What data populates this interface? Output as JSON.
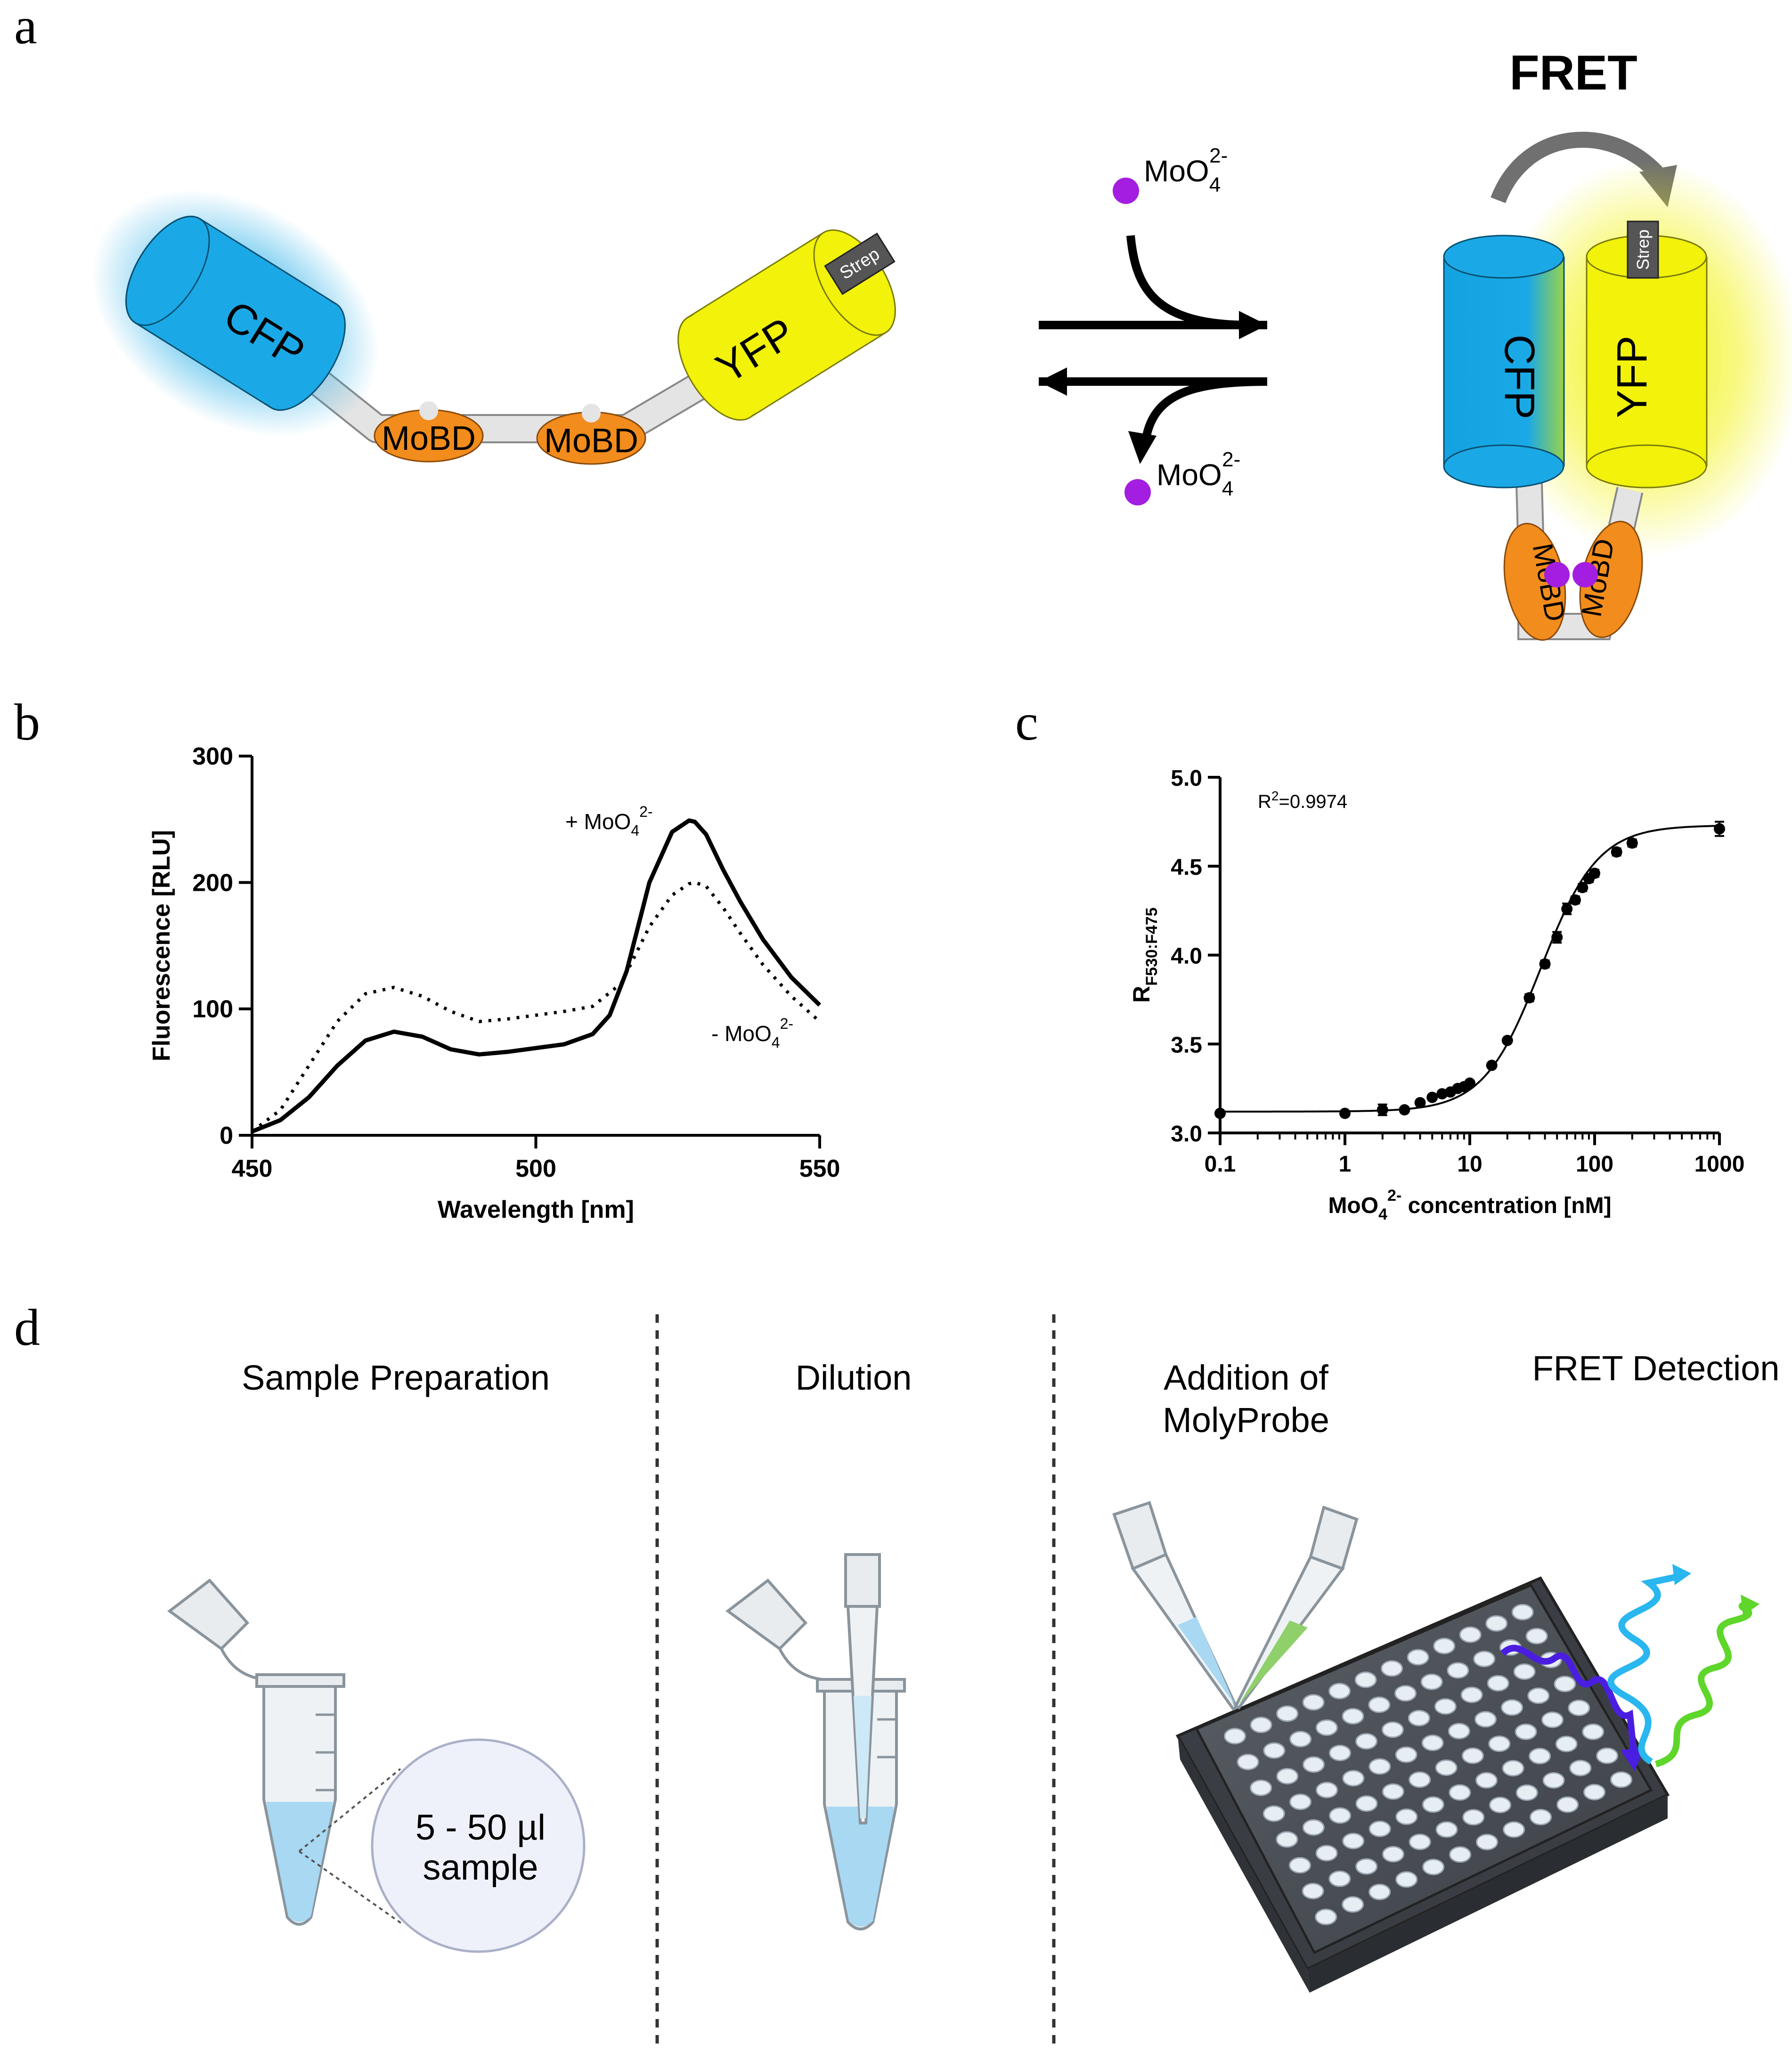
{
  "panels": {
    "a": {
      "letter": "a",
      "cfp_label": "CFP",
      "yfp_label": "YFP",
      "strep_label": "Strep",
      "mobd_label": "MoBD",
      "molybdate": {
        "base": "MoO",
        "sub": "4",
        "sup": "2-"
      },
      "fret_label": "FRET"
    },
    "b": {
      "letter": "b"
    },
    "c": {
      "letter": "c"
    },
    "d": {
      "letter": "d",
      "step1_title": "Sample Preparation",
      "step2_title": "Dilution",
      "step3_title_line1": "Addition of",
      "step3_title_line2": "MolyProbe",
      "step4_title": "FRET Detection",
      "sample_line1": "5 - 50 µl",
      "sample_line2": "sample"
    }
  },
  "colors": {
    "cfp": "#1aa9e6",
    "yfp": "#f2f20a",
    "mobd": "#f28c1c",
    "molybdate_dot": "#a31ee0",
    "arrow_gray": "#707070",
    "liquid_blue": "#a9d8f2",
    "wave_violet": "#4a1ee0",
    "wave_cyan": "#2ab6ee",
    "wave_green": "#5ed62a"
  },
  "chart_data": [
    {
      "type": "line",
      "panel": "b",
      "xlabel": "Wavelength [nm]",
      "ylabel": "Fluorescence [RLU]",
      "xlim": [
        450,
        550
      ],
      "ylim": [
        0,
        300
      ],
      "xticks": [
        450,
        500,
        550
      ],
      "yticks": [
        0,
        100,
        200,
        300
      ],
      "series": [
        {
          "name": "+ MoO42-",
          "label": {
            "prefix": "+ MoO",
            "sub": "4",
            "sup": "2-"
          },
          "style": "solid",
          "x": [
            450,
            455,
            460,
            465,
            470,
            475,
            480,
            485,
            490,
            495,
            500,
            505,
            510,
            513,
            516,
            520,
            524,
            527,
            528,
            530,
            533,
            536,
            540,
            545,
            550
          ],
          "y": [
            3,
            12,
            30,
            55,
            75,
            82,
            78,
            68,
            64,
            66,
            69,
            72,
            80,
            95,
            130,
            200,
            240,
            249,
            248,
            238,
            210,
            185,
            155,
            125,
            103
          ]
        },
        {
          "name": "- MoO42-",
          "label": {
            "prefix": "- MoO",
            "sub": "4",
            "sup": "2-"
          },
          "style": "dotted",
          "x": [
            450,
            455,
            460,
            465,
            470,
            475,
            480,
            485,
            490,
            495,
            500,
            505,
            510,
            515,
            520,
            524,
            527,
            528,
            530,
            533,
            536,
            540,
            545,
            550
          ],
          "y": [
            3,
            20,
            55,
            90,
            112,
            117,
            110,
            98,
            90,
            92,
            95,
            98,
            102,
            120,
            165,
            190,
            199,
            200,
            197,
            180,
            160,
            135,
            110,
            90
          ]
        }
      ]
    },
    {
      "type": "scatter",
      "panel": "c",
      "xlabel": {
        "prefix": "MoO",
        "sub": "4",
        "sup": "2-",
        "suffix": " concentration [nM]"
      },
      "ylabel": {
        "base": "R",
        "sub": "F530:F475"
      },
      "xscale": "log",
      "xlim": [
        0.1,
        1000
      ],
      "ylim": [
        3.0,
        5.0
      ],
      "xticks": [
        0.1,
        1,
        10,
        100,
        1000
      ],
      "xtick_labels": [
        "0.1",
        "1",
        "10",
        "100",
        "1000"
      ],
      "yticks": [
        3.0,
        3.5,
        4.0,
        4.5,
        5.0
      ],
      "ytick_labels": [
        "3.0",
        "3.5",
        "4.0",
        "4.5",
        "5.0"
      ],
      "annotation": {
        "base": "R",
        "sup": "2",
        "text": "=0.9974"
      },
      "points": {
        "x": [
          0.1,
          1,
          2,
          3,
          4,
          5,
          6,
          7,
          8,
          9,
          10,
          15,
          20,
          30,
          40,
          50,
          60,
          70,
          80,
          90,
          100,
          150,
          200,
          1000
        ],
        "y": [
          3.11,
          3.11,
          3.13,
          3.13,
          3.17,
          3.2,
          3.22,
          3.23,
          3.25,
          3.26,
          3.28,
          3.38,
          3.52,
          3.76,
          3.95,
          4.1,
          4.26,
          4.31,
          4.38,
          4.43,
          4.46,
          4.58,
          4.63,
          4.71
        ],
        "err": [
          0.01,
          0.01,
          0.03,
          0.01,
          0.01,
          0.01,
          0.01,
          0.01,
          0.01,
          0.01,
          0.01,
          0.01,
          0.01,
          0.02,
          0.02,
          0.03,
          0.03,
          0.02,
          0.02,
          0.02,
          0.02,
          0.02,
          0.02,
          0.04
        ]
      },
      "fit": {
        "model": "4PL",
        "bottom": 3.12,
        "top": 4.73,
        "ec50": 37,
        "hill": 1.9
      }
    }
  ]
}
